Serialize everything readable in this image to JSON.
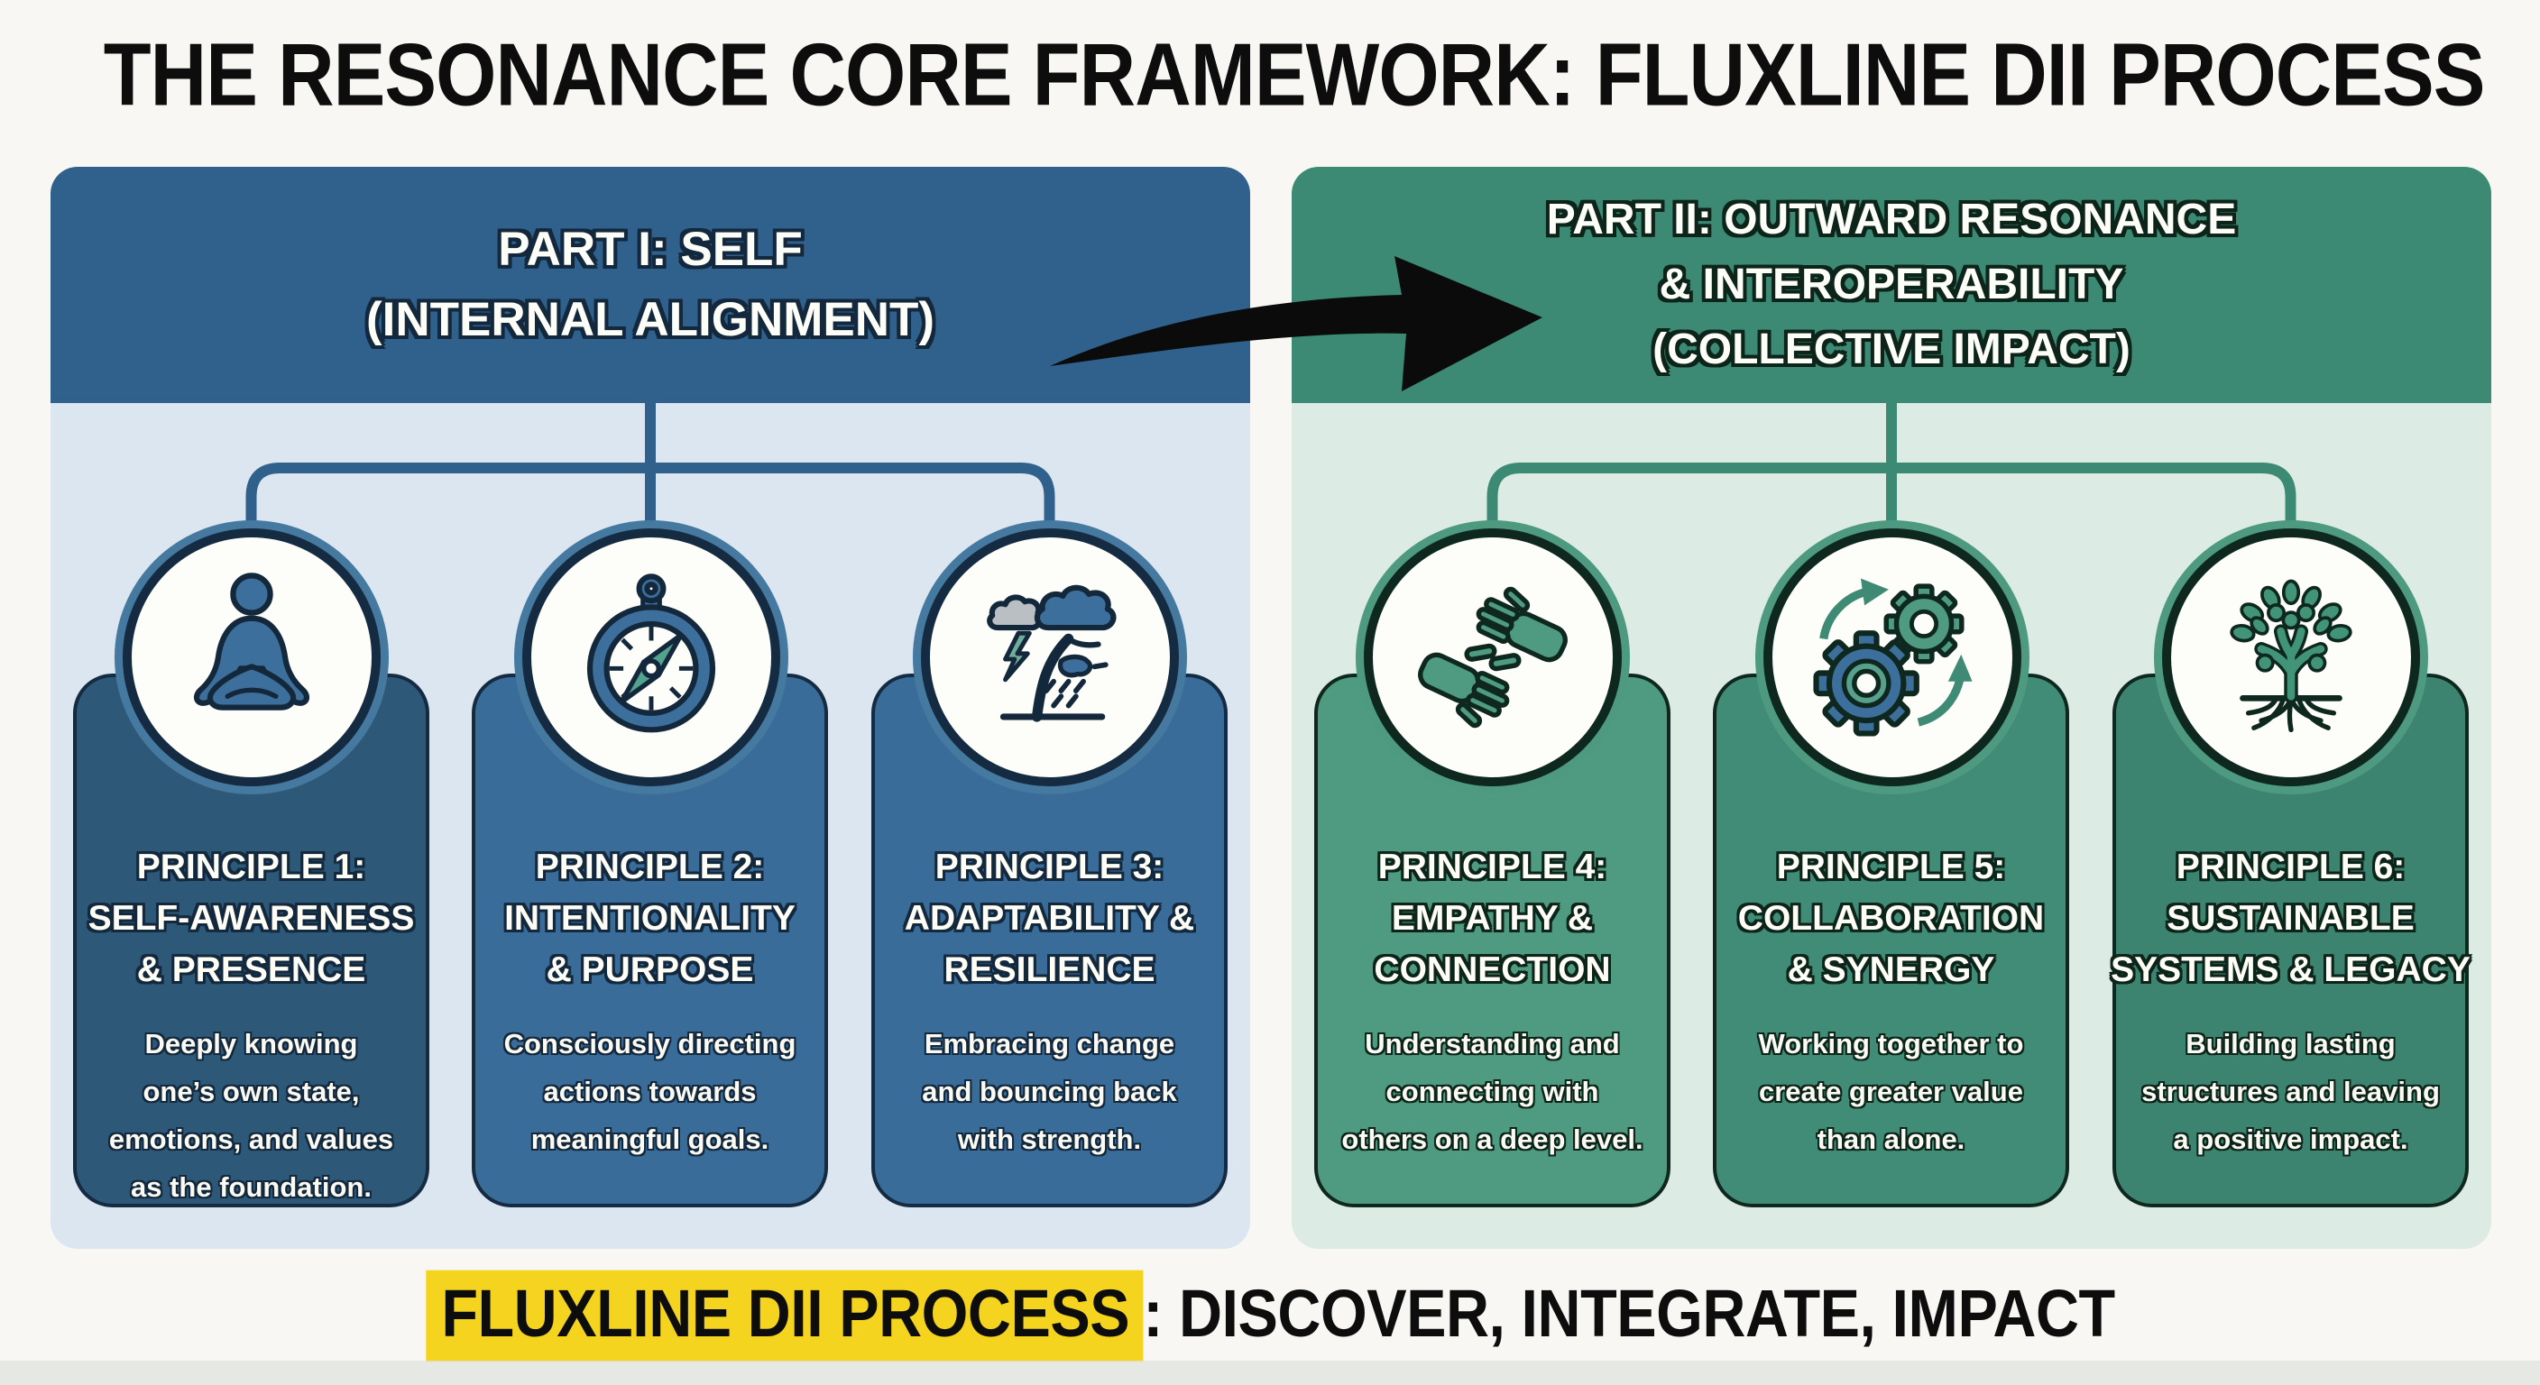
{
  "title": "THE RESONANCE CORE FRAMEWORK: FLUXLINE DII PROCESS",
  "footer": {
    "highlight": "FLUXLINE DII PROCESS",
    "rest": ": DISCOVER, INTEGRATE, IMPACT"
  },
  "colors": {
    "part1_header": "#2f618c",
    "part1_panel_bg": "#dbe6f1",
    "card1": "#2d5878",
    "card2_card3": "#3a6c99",
    "part2_header": "#3d8a74",
    "part2_panel_bg": "#dcebe4",
    "card4": "#4f9b82",
    "card5": "#418c76",
    "card6": "#3d8470",
    "footer_highlight": "#f4d41e",
    "arrow": "#0b0b0b"
  },
  "parts": [
    {
      "title_lines": [
        "PART I: SELF",
        "(INTERNAL ALIGNMENT)"
      ],
      "principles": [
        {
          "icon": "meditation-icon",
          "title_lines": [
            "PRINCIPLE 1:",
            "SELF-AWARENESS",
            "& PRESENCE"
          ],
          "desc_lines": [
            "Deeply knowing",
            "one’s own state,",
            "emotions, and values",
            "as the foundation."
          ]
        },
        {
          "icon": "compass-icon",
          "title_lines": [
            "PRINCIPLE 2:",
            "INTENTIONALITY",
            "& PURPOSE"
          ],
          "desc_lines": [
            "Consciously directing",
            "actions towards",
            "meaningful goals."
          ]
        },
        {
          "icon": "storm-tree-icon",
          "title_lines": [
            "PRINCIPLE 3:",
            "ADAPTABILITY &",
            "RESILIENCE"
          ],
          "desc_lines": [
            "Embracing change",
            "and bouncing back",
            "with strength."
          ]
        }
      ]
    },
    {
      "title_lines": [
        "PART II: OUTWARD RESONANCE",
        "& INTEROPERABILITY",
        "(COLLECTIVE IMPACT)"
      ],
      "principles": [
        {
          "icon": "helping-hands-icon",
          "title_lines": [
            "PRINCIPLE 4:",
            "EMPATHY &",
            "CONNECTION"
          ],
          "desc_lines": [
            "Understanding and",
            "connecting with",
            "others on a deep level."
          ]
        },
        {
          "icon": "gears-synergy-icon",
          "title_lines": [
            "PRINCIPLE 5:",
            "COLLABORATION",
            "& SYNERGY"
          ],
          "desc_lines": [
            "Working together to",
            "create greater value",
            "than alone."
          ]
        },
        {
          "icon": "tree-roots-icon",
          "title_lines": [
            "PRINCIPLE 6:",
            "SUSTAINABLE",
            "SYSTEMS & LEGACY"
          ],
          "desc_lines": [
            "Building lasting",
            "structures and leaving",
            "a positive impact."
          ]
        }
      ]
    }
  ]
}
